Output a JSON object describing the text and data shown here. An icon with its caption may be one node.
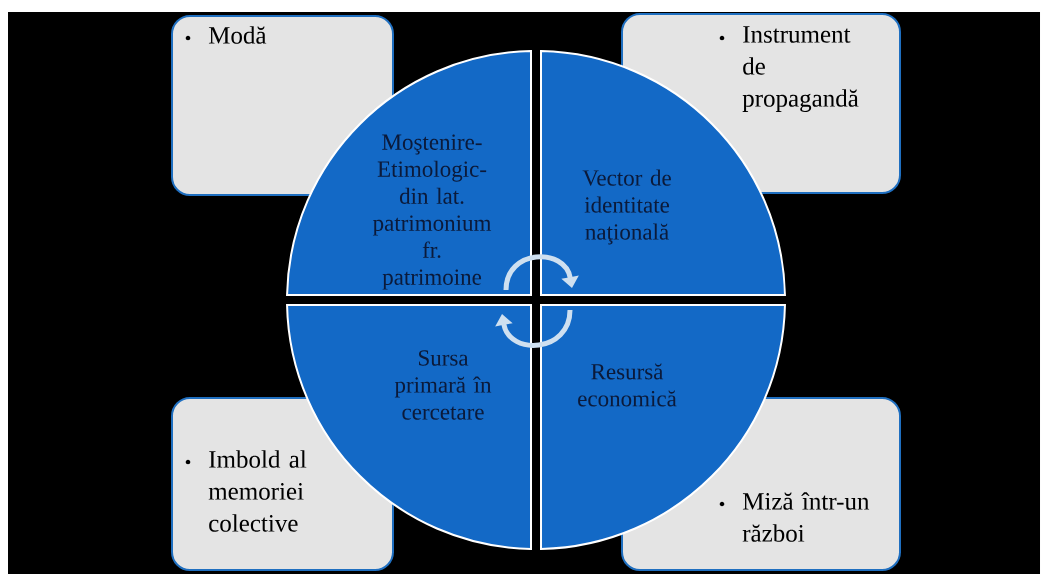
{
  "diagram": {
    "nodes": [
      {
        "text": [
          "Modă"
        ]
      },
      {
        "text": [
          "Moştenire-Etimologic-din lat. patrimonium fr. patrimoine"
        ]
      },
      {
        "text": [
          "Vector de identitate naţională"
        ]
      },
      {
        "text": [
          "Instrument de propagandă"
        ]
      },
      {
        "text": [
          "Sursa primară în cercetare"
        ]
      },
      {
        "text": [
          "Resursă economică"
        ]
      },
      {
        "text": [
          "Imbold al memoriei colective"
        ]
      },
      {
        "text": [
          "Miză într-un război"
        ]
      }
    ],
    "edges": [
      {
        "from": 1,
        "to": 2,
        "arrow": "to"
      },
      {
        "from": 5,
        "to": 4,
        "arrow": "to"
      }
    ]
  }
}
